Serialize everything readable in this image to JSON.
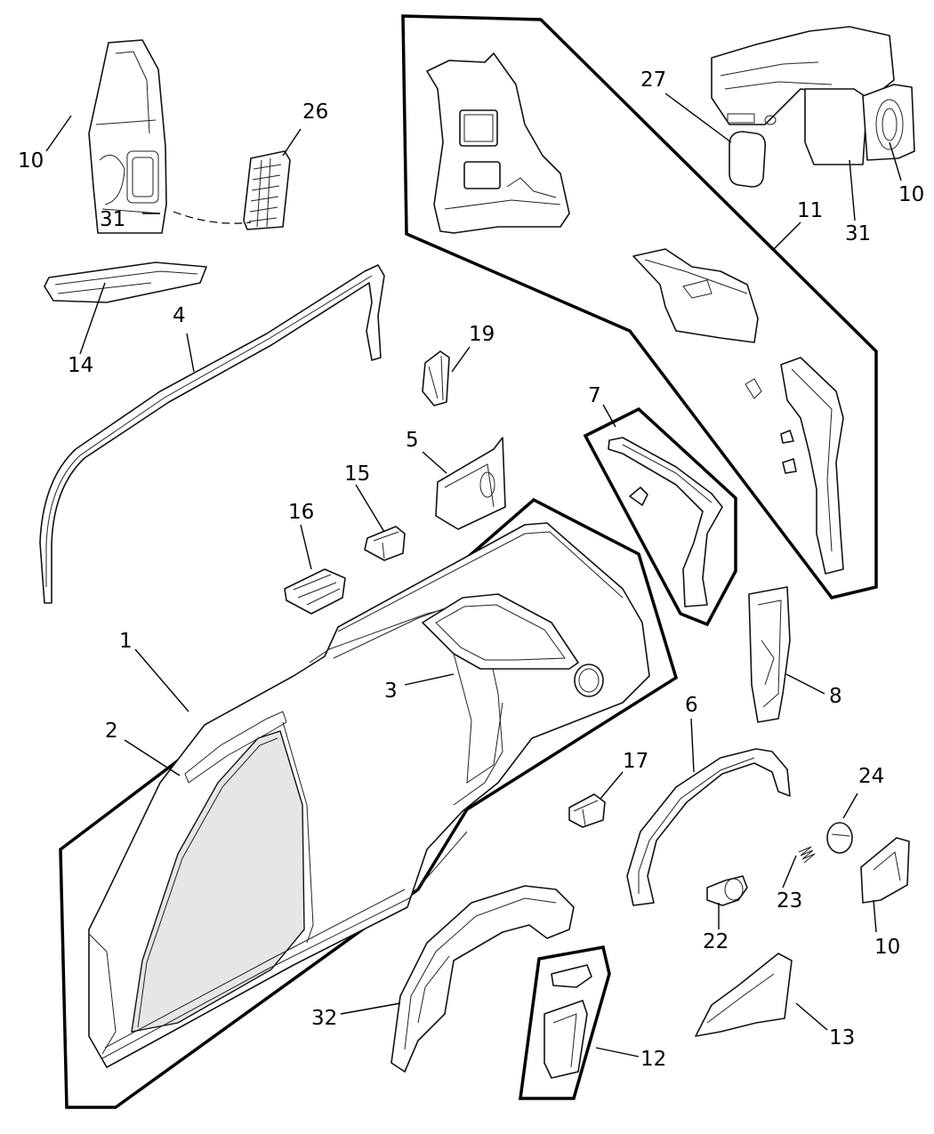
{
  "callouts": {
    "c1": "1",
    "c2": "2",
    "c3": "3",
    "c4": "4",
    "c5": "5",
    "c6": "6",
    "c7": "7",
    "c8": "8",
    "c10a": "10",
    "c10b": "10",
    "c10c": "10",
    "c11": "11",
    "c12": "12",
    "c13": "13",
    "c14": "14",
    "c15": "15",
    "c16": "16",
    "c17": "17",
    "c19": "19",
    "c22": "22",
    "c23": "23",
    "c24": "24",
    "c26": "26",
    "c27": "27",
    "c31a": "31",
    "c31b": "31",
    "c32": "32"
  }
}
